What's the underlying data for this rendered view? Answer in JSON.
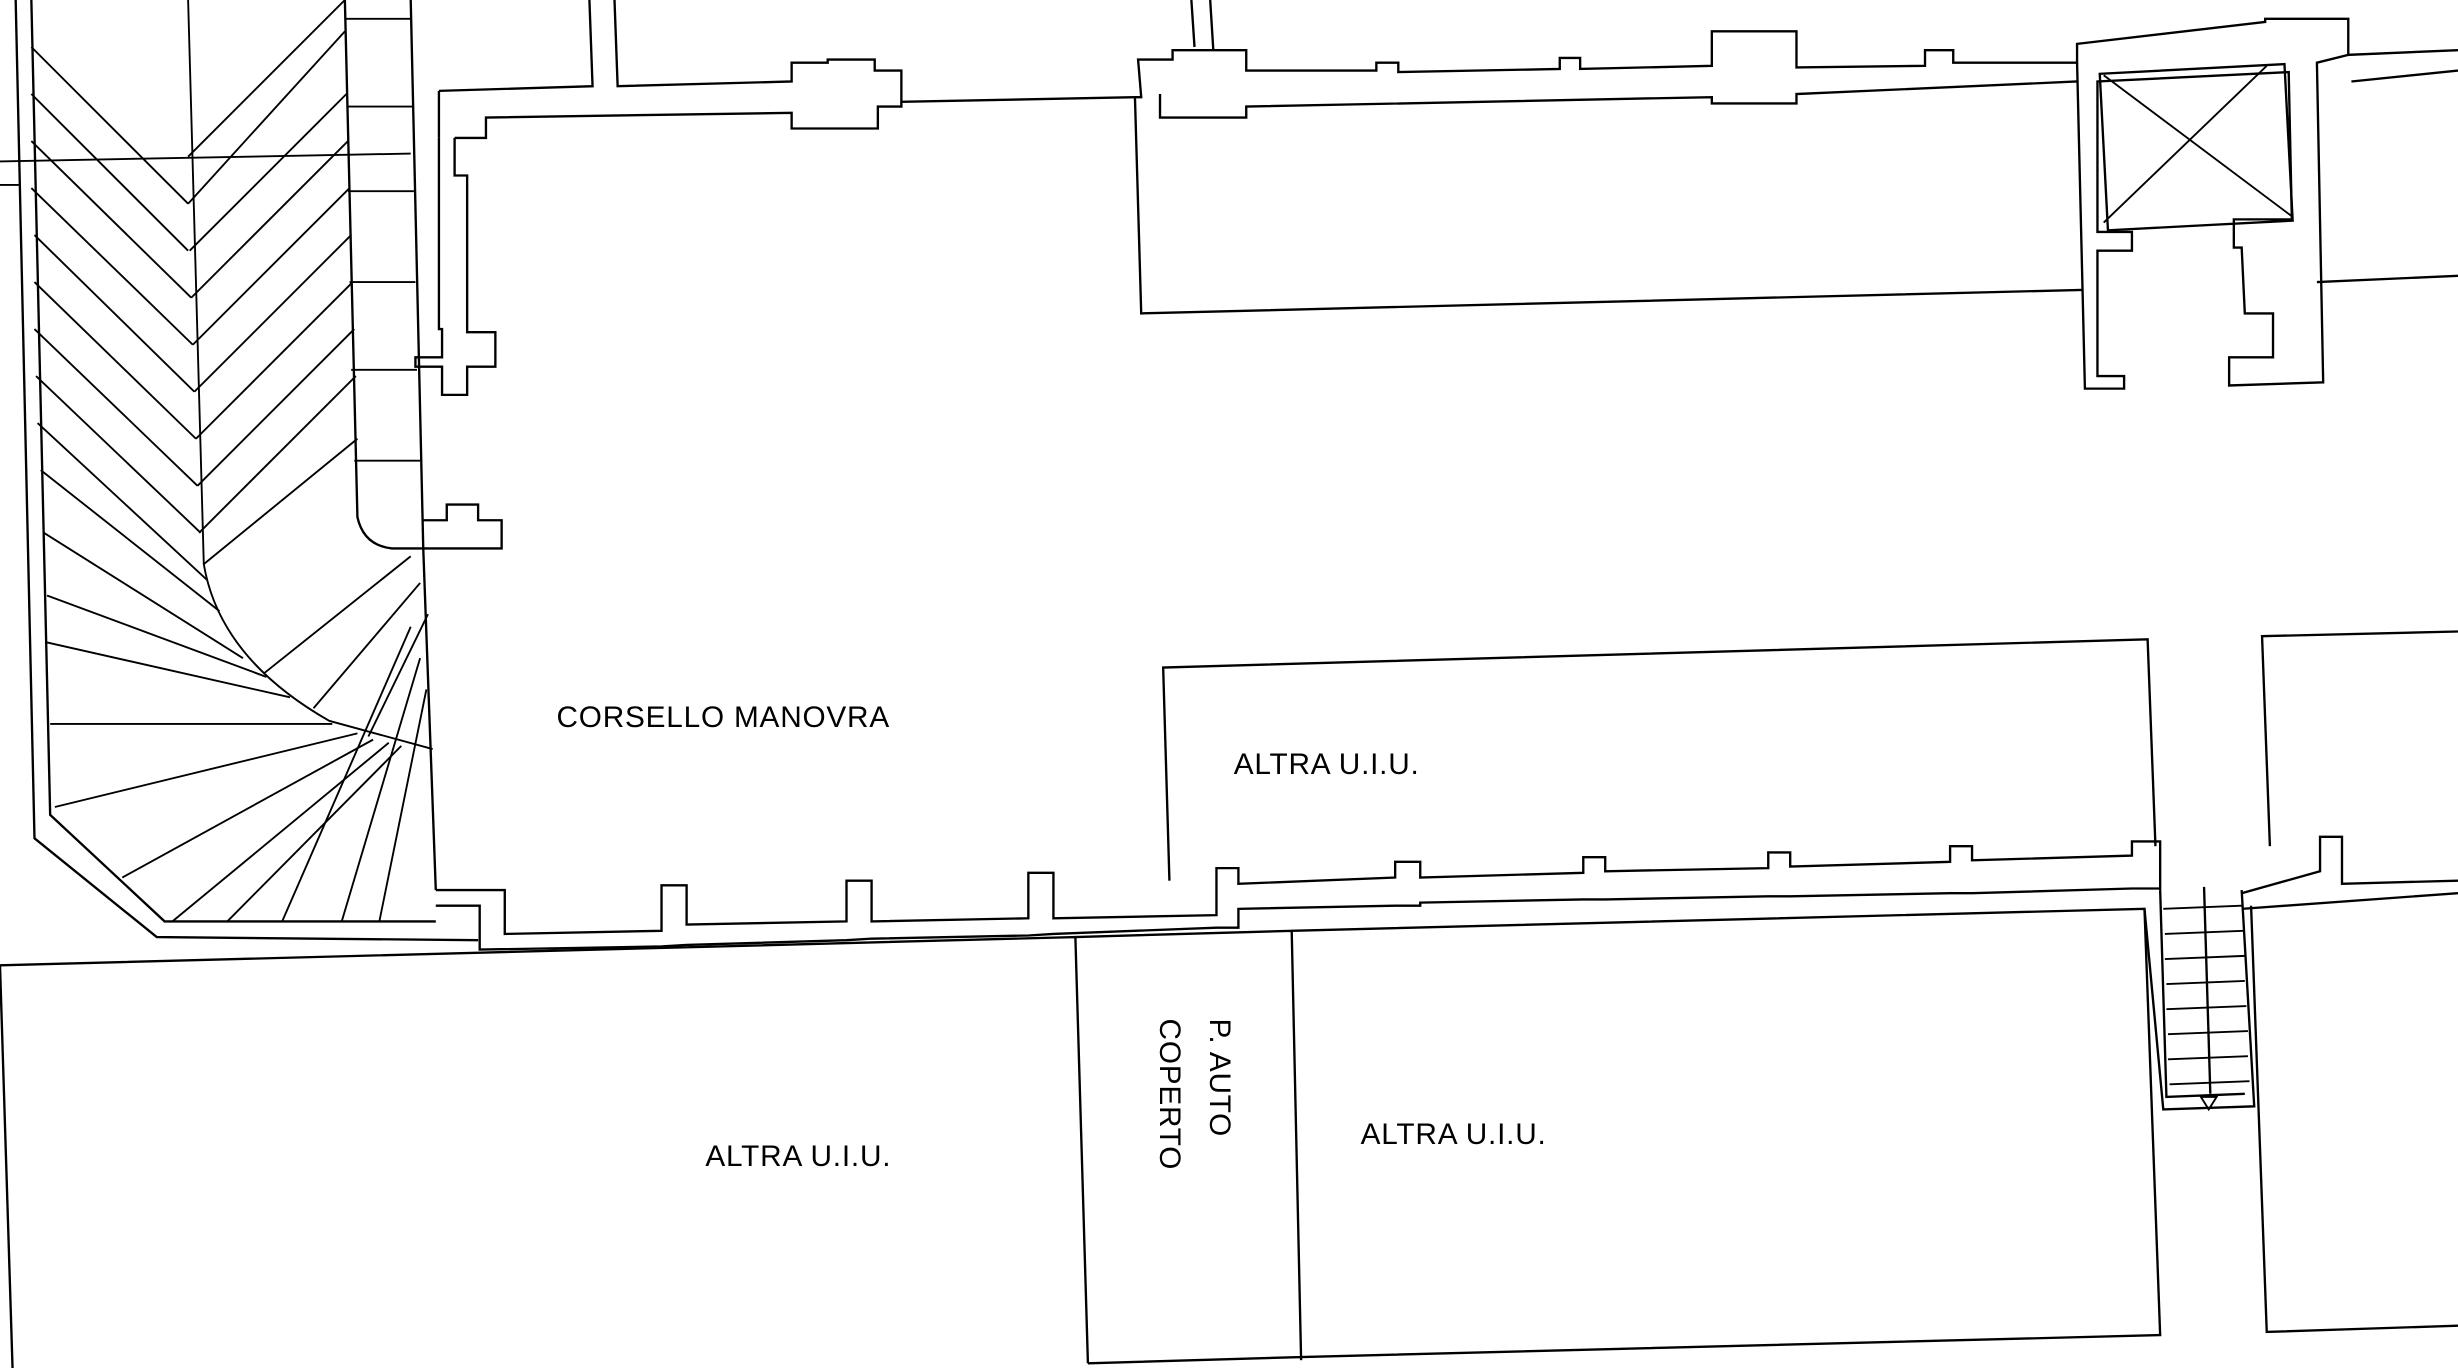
{
  "drawing": {
    "labels": {
      "corsello": "CORSELLO MANOVRA",
      "uiu_top": "ALTRA U.I.U.",
      "uiu_bottom_left": "ALTRA U.I.U.",
      "uiu_bottom_right": "ALTRA U.I.U.",
      "parking_line1": "P. AUTO",
      "parking_line2": "COPERTO"
    },
    "colors": {
      "line": "#000000",
      "background": "#ffffff"
    }
  }
}
